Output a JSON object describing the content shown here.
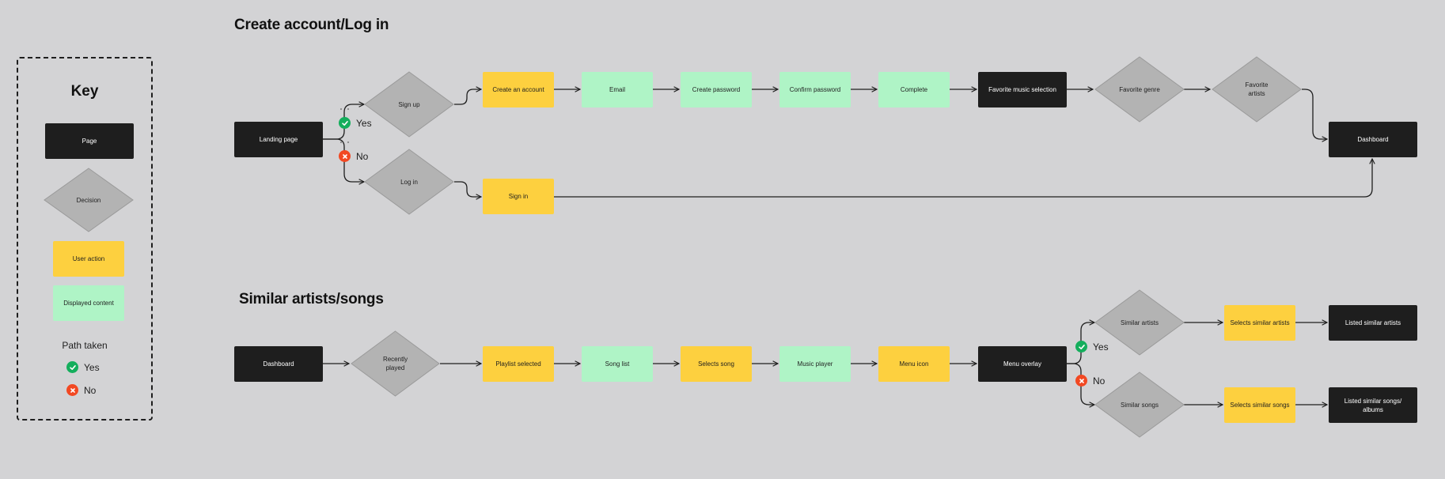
{
  "colors": {
    "background": "#d3d3d5",
    "page": "#1e1e1e",
    "decision": "#b3b3b3",
    "user_action": "#fdd03f",
    "displayed_content": "#aff4c6",
    "yes": "#14ae5c",
    "no": "#f24822"
  },
  "key": {
    "title": "Key",
    "page": "Page",
    "decision": "Decision",
    "user_action": "User action",
    "displayed_content": "Displayed content",
    "path_taken": "Path taken",
    "yes": "Yes",
    "no": "No"
  },
  "flow1": {
    "title": "Create account/Log in",
    "landing_page": "Landing page",
    "sign_up": "Sign up",
    "log_in": "Log in",
    "yes": "Yes",
    "no": "No",
    "create_account": "Create an account",
    "email": "Email",
    "create_password": "Create password",
    "confirm_password": "Confirm password",
    "complete": "Complete",
    "favorite_music": "Favorite music selection",
    "favorite_genre": "Favorite genre",
    "favorite_artists": "Favorite artists",
    "dashboard": "Dashboard",
    "sign_in": "Sign in"
  },
  "flow2": {
    "title": "Similar artists/songs",
    "dashboard": "Dashboard",
    "recently_played": "Recently played",
    "playlist_selected": "Playlist selected",
    "song_list": "Song list",
    "selects_song": "Selects song",
    "music_player": "Music player",
    "menu_icon": "Menu icon",
    "menu_overlay": "Menu overlay",
    "yes": "Yes",
    "no": "No",
    "similar_artists": "Similar artists",
    "similar_songs": "Similar songs",
    "selects_similar_artists": "Selects similar artists",
    "selects_similar_songs": "Selects similar songs",
    "listed_similar_artists": "Listed similar artists",
    "listed_similar_songs": "Listed similar songs/ albums"
  }
}
